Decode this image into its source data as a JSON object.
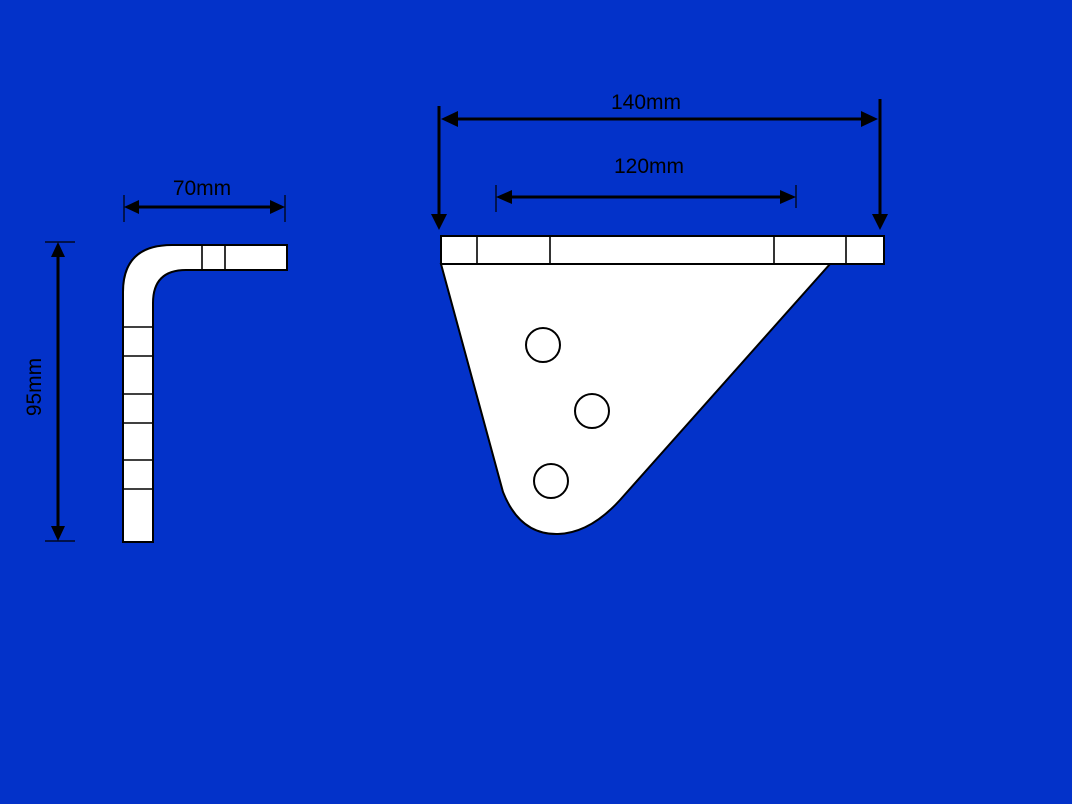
{
  "background_color": "#0332c9",
  "part_color": "#ffffff",
  "line_color": "#000000",
  "side_view": {
    "width_label": "70mm",
    "height_label": "95mm"
  },
  "front_view": {
    "overall_width_label": "140mm",
    "hole_spacing_label": "120mm",
    "hole_count": 3
  }
}
